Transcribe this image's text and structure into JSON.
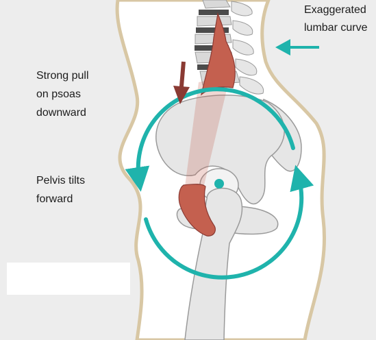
{
  "labels": {
    "psoas_pull": "Strong pull\non psoas\ndownward",
    "pelvis_tilt": "Pelvis tilts\nforward",
    "lumbar_curve": "Exaggerated\nlumbar curve"
  },
  "colors": {
    "background": "#ededed",
    "body_fill": "#ffffff",
    "body_outline": "#d8c7a4",
    "bone_fill": "#e6e6e6",
    "bone_stroke": "#9a9a9a",
    "vertebra_dark": "#4b4b4b",
    "muscle": "#c4604f",
    "muscle_dark": "#8a3a33",
    "arrow_down": "#8a3a33",
    "arrow_teal": "#1fb3ac",
    "text": "#1c1c1c"
  },
  "icons": {
    "rotation": "circular-arrows-icon",
    "pull": "down-arrow-icon",
    "curve": "left-arrow-icon"
  }
}
